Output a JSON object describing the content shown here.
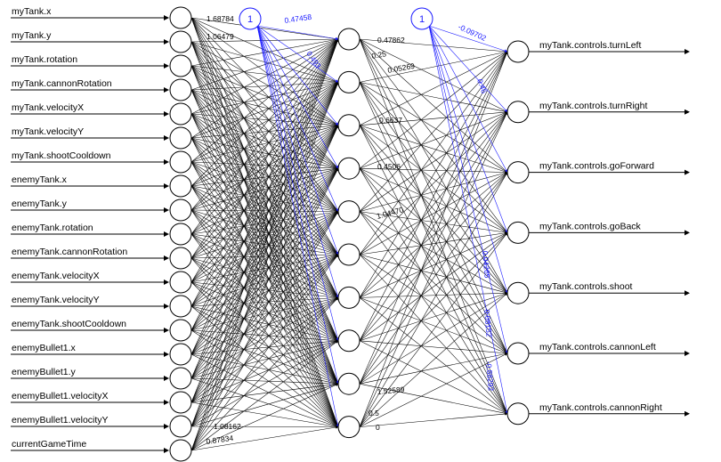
{
  "network": {
    "inputs": [
      "myTank.x",
      "myTank.y",
      "myTank.rotation",
      "myTank.cannonRotation",
      "myTank.velocityX",
      "myTank.velocityY",
      "myTank.shootCooldown",
      "enemyTank.x",
      "enemyTank.y",
      "enemyTank.rotation",
      "enemyTank.cannonRotation",
      "enemyTank.velocityX",
      "enemyTank.velocityY",
      "enemyTank.shootCooldown",
      "enemyBullet1.x",
      "enemyBullet1.y",
      "enemyBullet1.velocityX",
      "enemyBullet1.velocityY",
      "currentGameTime"
    ],
    "outputs": [
      "myTank.controls.turnLeft",
      "myTank.controls.turnRight",
      "myTank.controls.goForward",
      "myTank.controls.goBack",
      "myTank.controls.shoot",
      "myTank.controls.cannonLeft",
      "myTank.controls.cannonRight"
    ],
    "hidden_layer_size": 10,
    "bias_labels": [
      "1",
      "1"
    ],
    "visible_weights": {
      "input_top": [
        "1.68784",
        "1.06479"
      ],
      "input_bottom": [
        "1.08162",
        "0.87834"
      ],
      "bias1": [
        "0.47458",
        "0.493"
      ],
      "hidden_top": [
        "0.47862",
        "0.25"
      ],
      "hidden_mid": [
        "0.05269",
        "0.6637",
        "0.4506",
        "1.04470"
      ],
      "hidden_bottom": [
        "1.52589",
        "0.5",
        "0"
      ],
      "bias2": [
        "-0.09702",
        "0.46",
        "0.04265",
        "0.08152",
        "-0.88292"
      ]
    },
    "colors": {
      "weights": "#000000",
      "bias": "#1a1aff",
      "node_fill": "#ffffff"
    }
  }
}
